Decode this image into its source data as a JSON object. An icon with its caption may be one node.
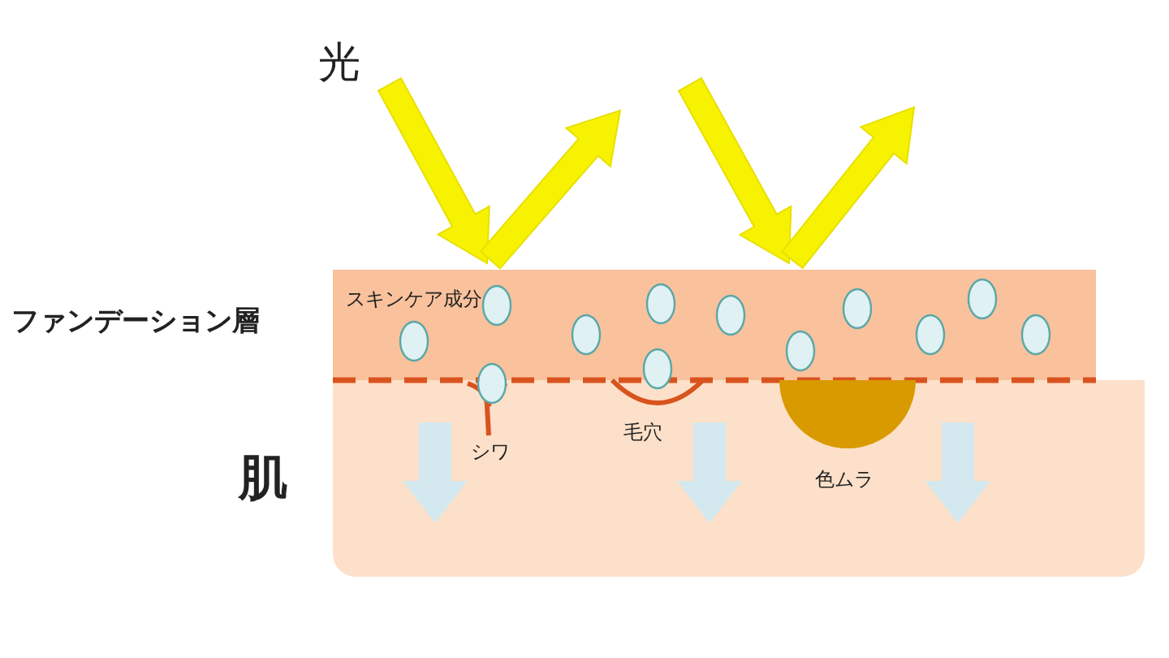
{
  "diagram": {
    "nodes": [
      {
        "text": [
          "ファンデーション層",
          "スキンケア成分"
        ]
      },
      {
        "text": [
          "肌"
        ]
      }
    ],
    "labels": [
      "光",
      "シワ",
      "毛穴",
      "色ムラ"
    ]
  }
}
